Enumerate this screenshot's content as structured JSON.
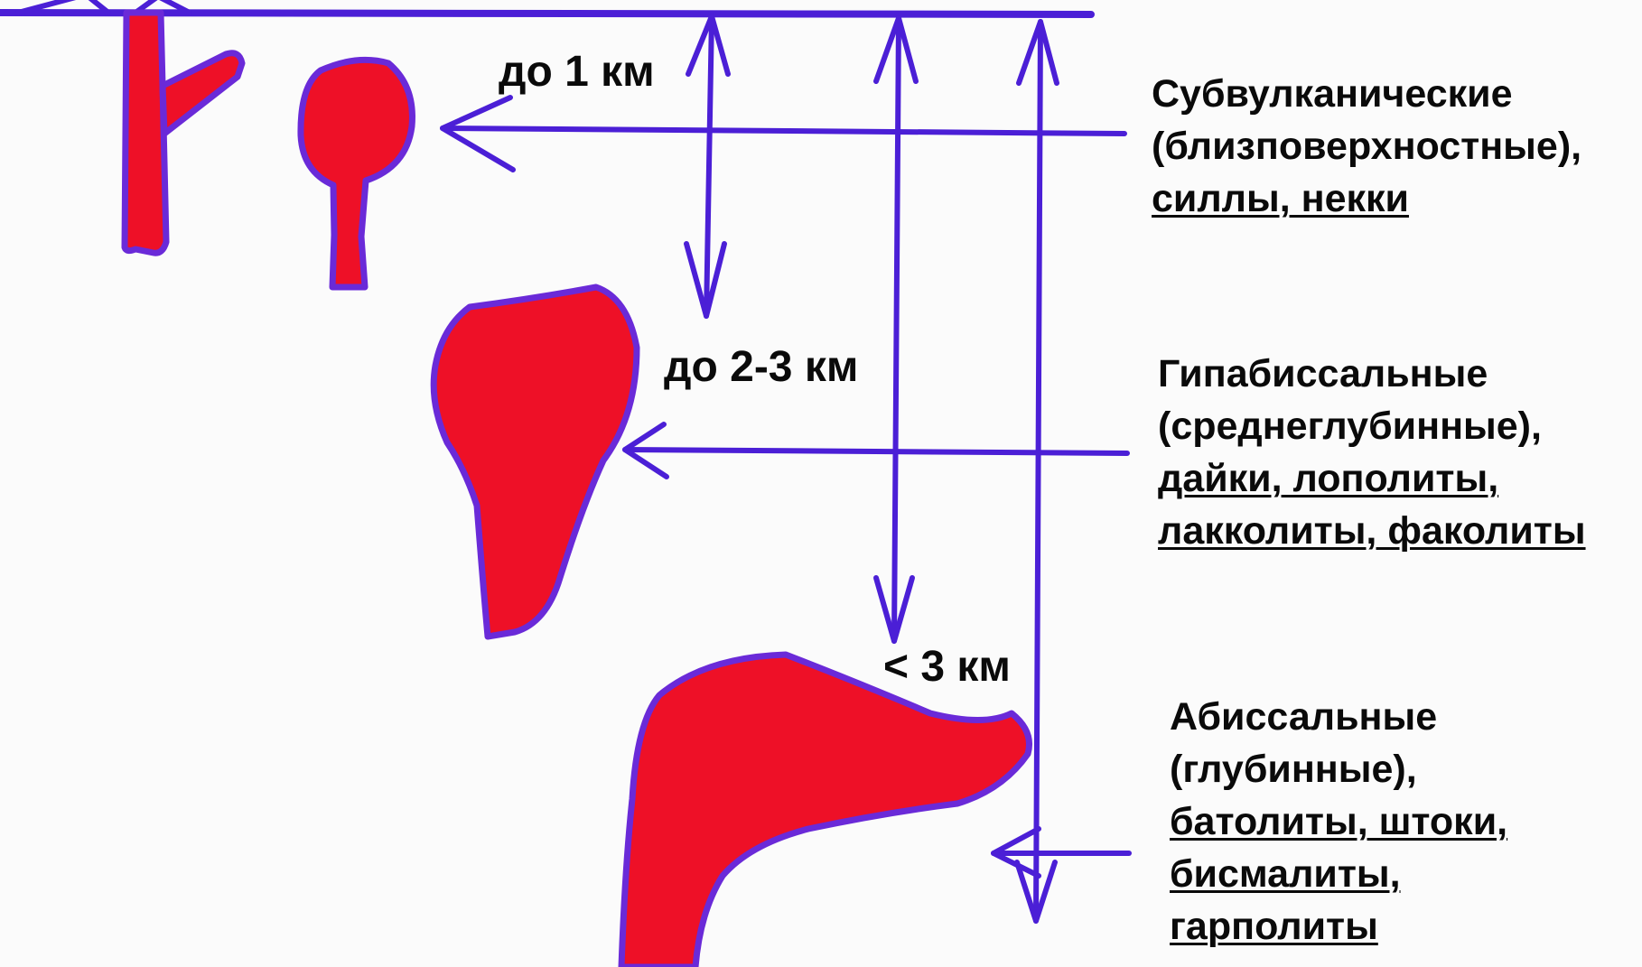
{
  "depths": {
    "upto_1km": "до 1 км",
    "upto_2_3km": "до 2-3 км",
    "less_3km": "< 3 км"
  },
  "classes": [
    {
      "name": "Субвулканические",
      "alt": "(близповерхностные),",
      "types": [
        "силлы, некки"
      ]
    },
    {
      "name": "Гипабиссальные",
      "alt": "(среднеглубинные),",
      "types": [
        "дайки, лополиты,",
        "лакколиты, факолиты"
      ]
    },
    {
      "name": "Абиссальные",
      "alt": "(глубинные),",
      "types": [
        "батолиты, штоки,",
        "бисмалиты,",
        "гарполиты"
      ]
    }
  ],
  "colors": {
    "line": "#4b1fd6",
    "body_fill": "#ee1027",
    "body_outline": "#6a2ad8",
    "text": "#0a0a0a",
    "background": "#fbfbfb"
  }
}
